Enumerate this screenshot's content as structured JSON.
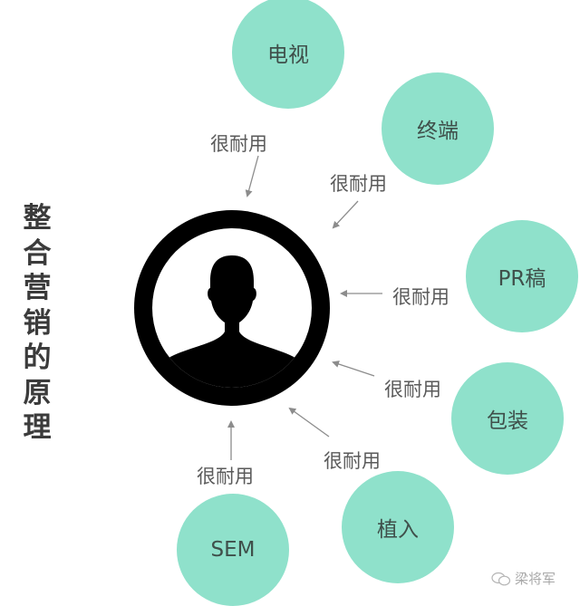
{
  "title": "整合营销的原理",
  "center": {
    "icon": "person-avatar-icon"
  },
  "colors": {
    "bubble": "#8fe1cb",
    "bubble_text": "#3f4f4a",
    "arrow": "#8c8c8c",
    "title": "#3b3b3b",
    "avatar": "#000000"
  },
  "channels": [
    {
      "name": "电视",
      "arrow_label": "很耐用"
    },
    {
      "name": "终端",
      "arrow_label": "很耐用"
    },
    {
      "name": "PR稿",
      "arrow_label": "很耐用"
    },
    {
      "name": "包装",
      "arrow_label": "很耐用"
    },
    {
      "name": "植入",
      "arrow_label": "很耐用"
    },
    {
      "name": "SEM",
      "arrow_label": "很耐用"
    }
  ],
  "watermark": {
    "text": "梁将军",
    "icon": "wechat-icon"
  }
}
